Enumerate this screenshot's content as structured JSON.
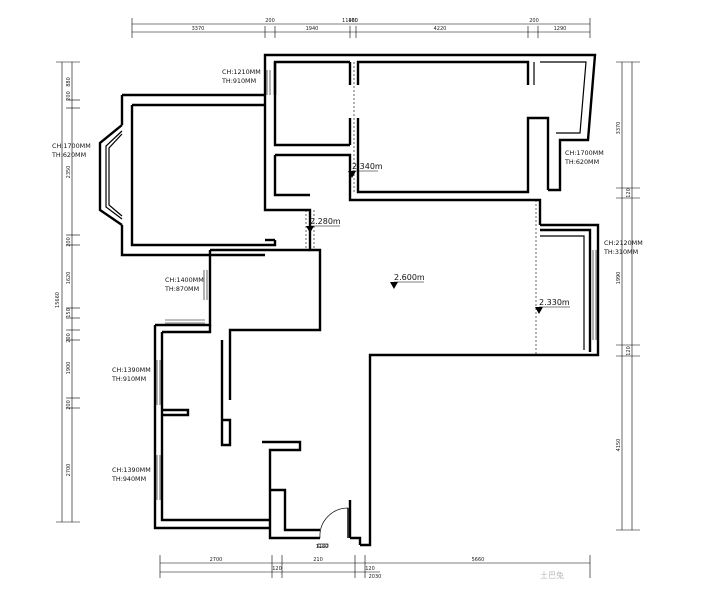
{
  "dimensions": {
    "top_overall": "11460",
    "top_segments": [
      "3370",
      "200",
      "1940",
      "100",
      "4220",
      "200",
      "1290"
    ],
    "bottom_segments": [
      "2700",
      "120",
      "210",
      "120",
      "5660"
    ],
    "bottom_small": [
      "1180",
      "2030"
    ],
    "left_overall": "15660",
    "left_segments": [
      "880",
      "200",
      "2350",
      "200",
      "1620",
      "150",
      "200",
      "1900",
      "200",
      "2700"
    ],
    "right_segments": [
      "3370",
      "120",
      "1990",
      "120",
      "4150"
    ]
  },
  "window_notes": [
    {
      "ch": "CH:1210MM",
      "th": "TH:910MM"
    },
    {
      "ch": "CH:1700MM",
      "th": "TH:620MM"
    },
    {
      "ch": "CH:1700MM",
      "th": "TH:620MM"
    },
    {
      "ch": "CH:2120MM",
      "th": "TH:310MM"
    },
    {
      "ch": "CH:1400MM",
      "th": "TH:870MM"
    },
    {
      "ch": "CH:1390MM",
      "th": "TH:910MM"
    },
    {
      "ch": "CH:1390MM",
      "th": "TH:940MM"
    }
  ],
  "levels": [
    "2.340m",
    "2.280m",
    "2.600m",
    "2.330m"
  ],
  "watermark": "土巴兔"
}
